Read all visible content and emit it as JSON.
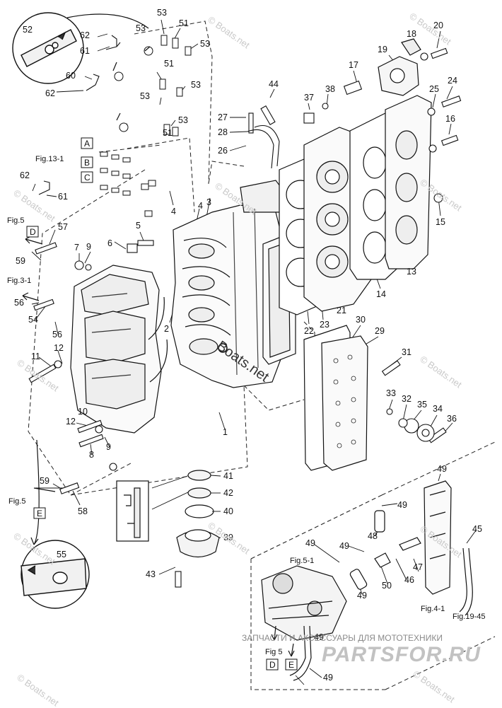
{
  "watermark": "© Boats.net",
  "center_watermark": "Boats.net",
  "banner": {
    "subtitle": "ЗАПЧАСТИ И АКСЕССУАРЫ ДЛЯ МОТОТЕХНИКИ",
    "brand": "PARTSFOR.RU"
  },
  "refs": {
    "fig13": "Fig.13-1",
    "fig5a": "Fig.5",
    "fig31": "Fig.3-1",
    "fig5b": "Fig.5",
    "fig51": "Fig.5-1",
    "fig41": "Fig.4-1",
    "fig1945": "Fig.19-45",
    "fig5c": "Fig 5"
  },
  "boxes": {
    "A": "A",
    "B": "B",
    "C": "C",
    "D1": "D",
    "E1": "E",
    "D2": "D",
    "E2": "E"
  },
  "callouts": [
    "53",
    "51",
    "53",
    "53",
    "51",
    "53",
    "53",
    "51",
    "53",
    "62",
    "61",
    "60",
    "62",
    "52",
    "62",
    "61",
    "57",
    "59",
    "9",
    "7",
    "6",
    "5",
    "56",
    "54",
    "56",
    "12",
    "11",
    "10",
    "12",
    "9",
    "8",
    "59",
    "58",
    "55",
    "4",
    "4",
    "3",
    "2",
    "1",
    "41",
    "42",
    "40",
    "39",
    "43",
    "44",
    "27",
    "28",
    "26",
    "37",
    "38",
    "17",
    "18",
    "20",
    "19",
    "24",
    "25",
    "16",
    "15",
    "13",
    "14",
    "21",
    "22",
    "23",
    "30",
    "29",
    "31",
    "33",
    "32",
    "35",
    "34",
    "36",
    "49",
    "49",
    "48",
    "49",
    "49",
    "50",
    "47",
    "46",
    "49",
    "45",
    "49",
    "49"
  ]
}
